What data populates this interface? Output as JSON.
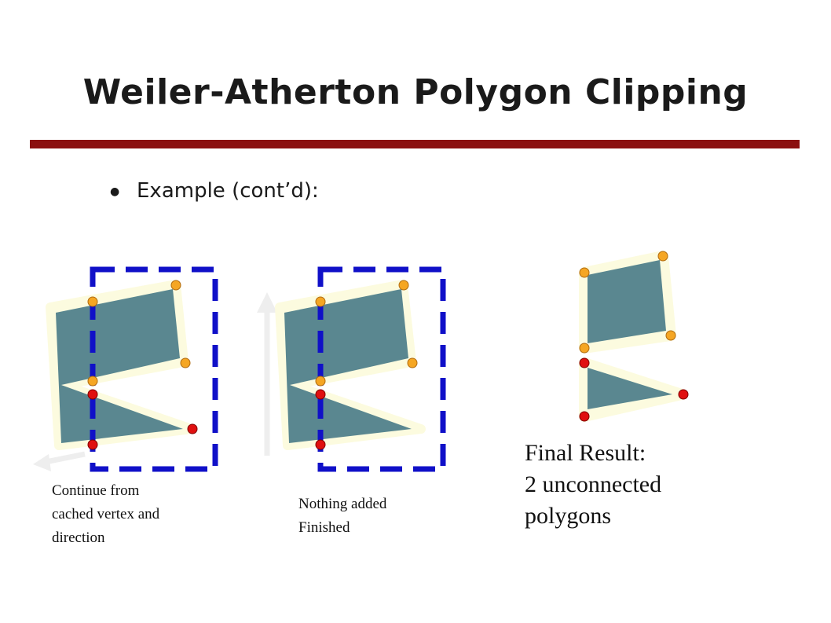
{
  "slide": {
    "title": "Weiler-Atherton Polygon Clipping",
    "bullet": "Example (cont’d):"
  },
  "colors": {
    "title_rule": "#8b1010",
    "polygon_fill": "#5a8790",
    "polygon_glow": "#fcfbdf",
    "clip_window": "#1010c8",
    "vertex_orange": "#f5a623",
    "vertex_red": "#e01010",
    "arrow": "#eeeeee"
  },
  "captions": {
    "panel1": [
      "Continue from",
      "cached vertex and",
      "direction"
    ],
    "panel2": [
      "Nothing added",
      "Finished"
    ],
    "panel3": [
      "Final Result:",
      "2 unconnected",
      "polygons"
    ]
  }
}
